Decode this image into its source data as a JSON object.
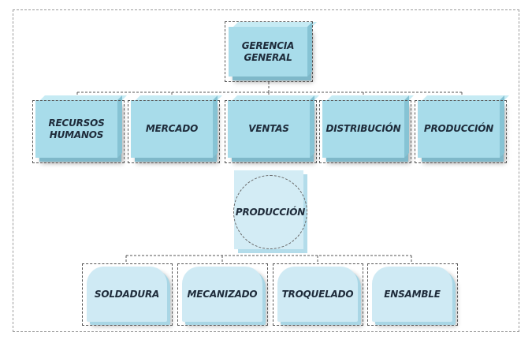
{
  "chart": {
    "root": "GERENCIA GENERAL",
    "departments": [
      "RECURSOS HUMANOS",
      "MERCADO",
      "VENTAS",
      "DISTRIBUCIÓN",
      "PRODUCCIÓN"
    ],
    "sub_root": "PRODUCCIÓN",
    "sub_units": [
      "SOLDADURA",
      "MECANIZADO",
      "TROQUELADO",
      "ENSAMBLE"
    ]
  },
  "colors": {
    "box_fill": "#a8dcea",
    "pill_fill": "#cfeaf4",
    "text": "#1e2b3a"
  }
}
